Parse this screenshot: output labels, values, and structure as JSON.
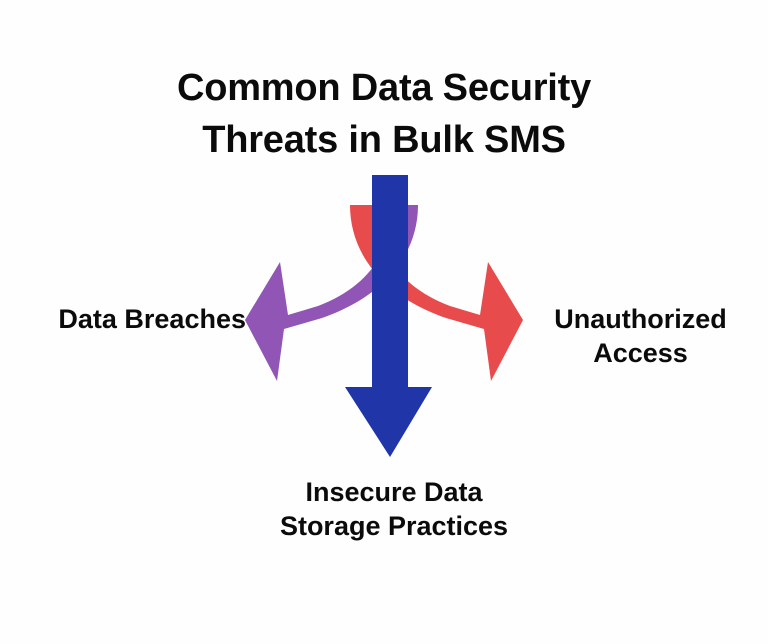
{
  "background_color": "#fefefe",
  "title": {
    "line1": "Common Data Security",
    "line2": "Threats in Bulk SMS",
    "color": "#0b0b0b"
  },
  "colors": {
    "center_arrow": "#1f35a8",
    "left_arrow": "#9055b5",
    "right_arrow": "#e84b4b",
    "text": "#0b0b0b"
  },
  "diagram": {
    "type": "three-way-branching-arrows",
    "branches": [
      {
        "id": "left",
        "label_line1": "Data Breaches",
        "label_line2": "",
        "arrow_color": "#9055b5",
        "direction": "down-left"
      },
      {
        "id": "right",
        "label_line1": "Unauthorized",
        "label_line2": "Access",
        "arrow_color": "#e84b4b",
        "direction": "down-right"
      },
      {
        "id": "center",
        "label_line1": "Insecure Data",
        "label_line2": "Storage Practices",
        "arrow_color": "#1f35a8",
        "direction": "down"
      }
    ]
  }
}
